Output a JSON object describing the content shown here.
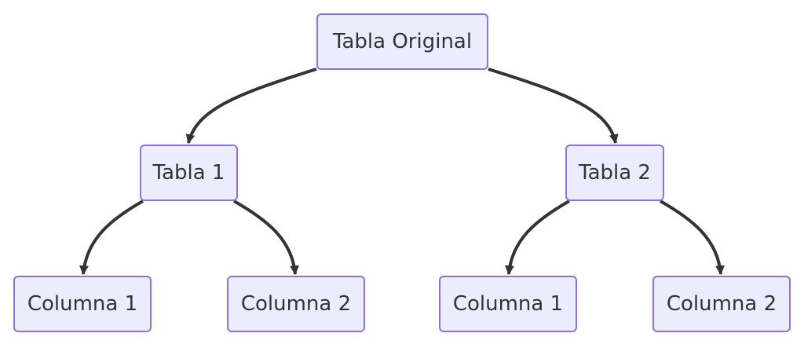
{
  "nodes": {
    "root": "Tabla Original",
    "tabla1": "Tabla 1",
    "tabla2": "Tabla 2",
    "tabla1_col1": "Columna 1",
    "tabla1_col2": "Columna 2",
    "tabla2_col1": "Columna 1",
    "tabla2_col2": "Columna 2"
  },
  "edges": [
    {
      "from": "root",
      "to": "tabla1"
    },
    {
      "from": "root",
      "to": "tabla2"
    },
    {
      "from": "tabla1",
      "to": "tabla1_col1"
    },
    {
      "from": "tabla1",
      "to": "tabla1_col2"
    },
    {
      "from": "tabla2",
      "to": "tabla2_col1"
    },
    {
      "from": "tabla2",
      "to": "tabla2_col2"
    }
  ],
  "colors": {
    "node_fill": "#ececff",
    "node_border": "#9370db",
    "edge": "#333333",
    "text": "#333333"
  }
}
